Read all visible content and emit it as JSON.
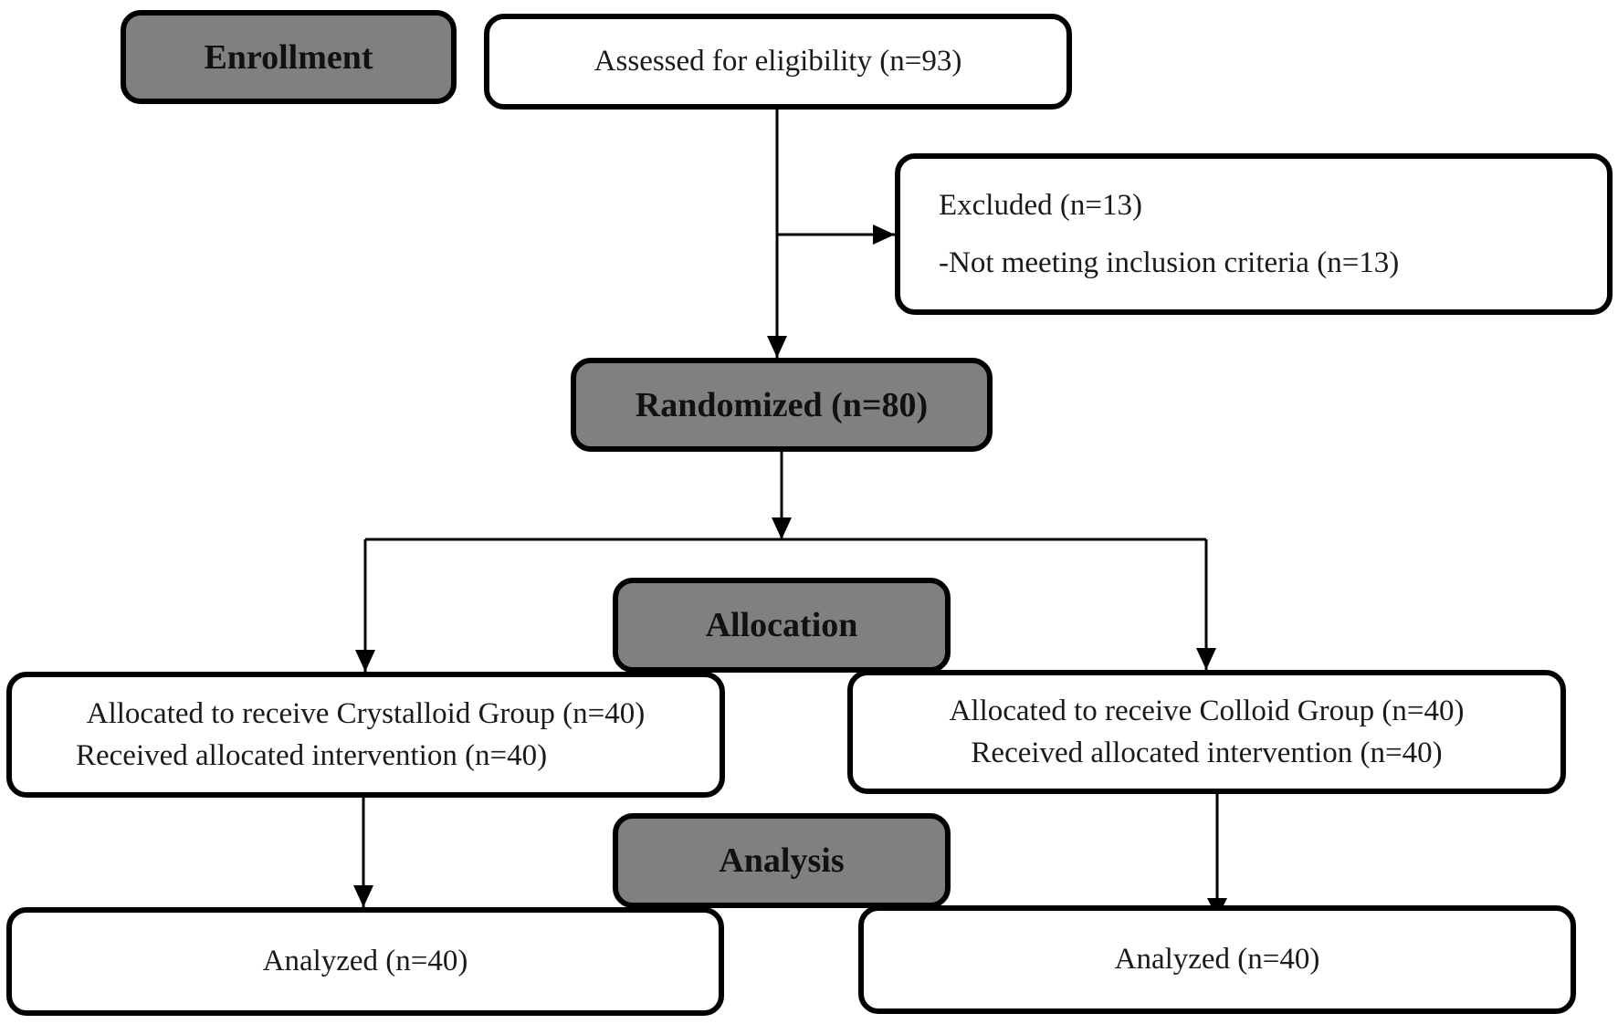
{
  "phases": {
    "enrollment": "Enrollment",
    "randomized": "Randomized (n=80)",
    "allocation": "Allocation",
    "analysis": "Analysis"
  },
  "assessed": "Assessed for eligibility (n=93)",
  "excluded": {
    "title": "Excluded (n=13)",
    "reason": "-Not meeting inclusion criteria (n=13)"
  },
  "groups": {
    "crystalloid": {
      "allocated": "Allocated to receive Crystalloid Group (n=40)",
      "received": "Received allocated intervention (n=40)",
      "analyzed": "Analyzed (n=40)"
    },
    "colloid": {
      "allocated": "Allocated to receive Colloid Group (n=40)",
      "received": "Received allocated intervention (n=40)",
      "analyzed": "Analyzed (n=40)"
    }
  },
  "colors": {
    "phase_fill": "#808080",
    "box_fill": "#ffffff",
    "stroke": "#000000"
  }
}
